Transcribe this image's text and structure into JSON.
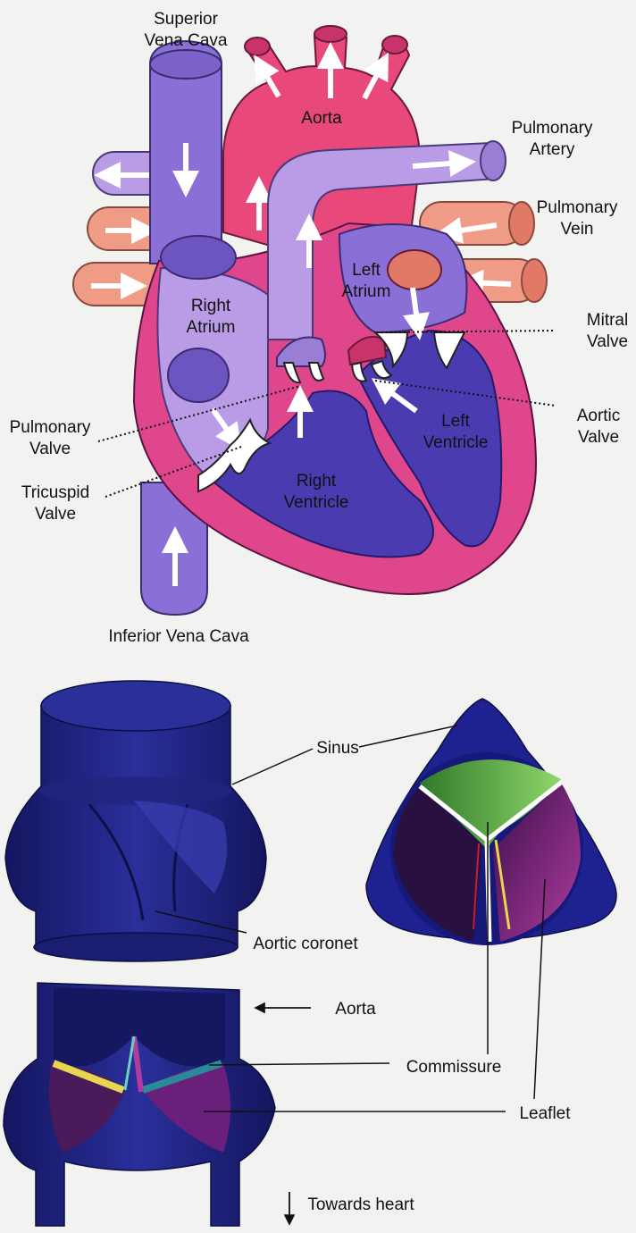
{
  "heart": {
    "labels": {
      "svc_l1": "Superior",
      "svc_l2": "Vena Cava",
      "aorta": "Aorta",
      "pa_l1": "Pulmonary",
      "pa_l2": "Artery",
      "pv_l1": "Pulmonary",
      "pv_l2": "Vein",
      "la_l1": "Left",
      "la_l2": "Atrium",
      "ra_l1": "Right",
      "ra_l2": "Atrium",
      "mitral_l1": "Mitral",
      "mitral_l2": "Valve",
      "pulmvalve_l1": "Pulmonary",
      "pulmvalve_l2": "Valve",
      "aortic_l1": "Aortic",
      "aortic_l2": "Valve",
      "lv_l1": "Left",
      "lv_l2": "Ventricle",
      "tric_l1": "Tricuspid",
      "tric_l2": "Valve",
      "rv_l1": "Right",
      "rv_l2": "Ventricle",
      "ivc": "Inferior Vena Cava"
    }
  },
  "valve": {
    "labels": {
      "sinus": "Sinus",
      "coronet": "Aortic coronet",
      "aorta": "Aorta",
      "commissure": "Commissure",
      "leaflet": "Leaflet",
      "towards": "Towards heart"
    }
  },
  "colors": {
    "vein_blue": "#8a70d6",
    "deep_blue": "#4a3cb0",
    "light_lilac": "#b99be6",
    "heart_pink": "#e0468c",
    "aorta_pink": "#e8487a",
    "salmon": "#ef9b86",
    "navy": "#1c1f86"
  }
}
